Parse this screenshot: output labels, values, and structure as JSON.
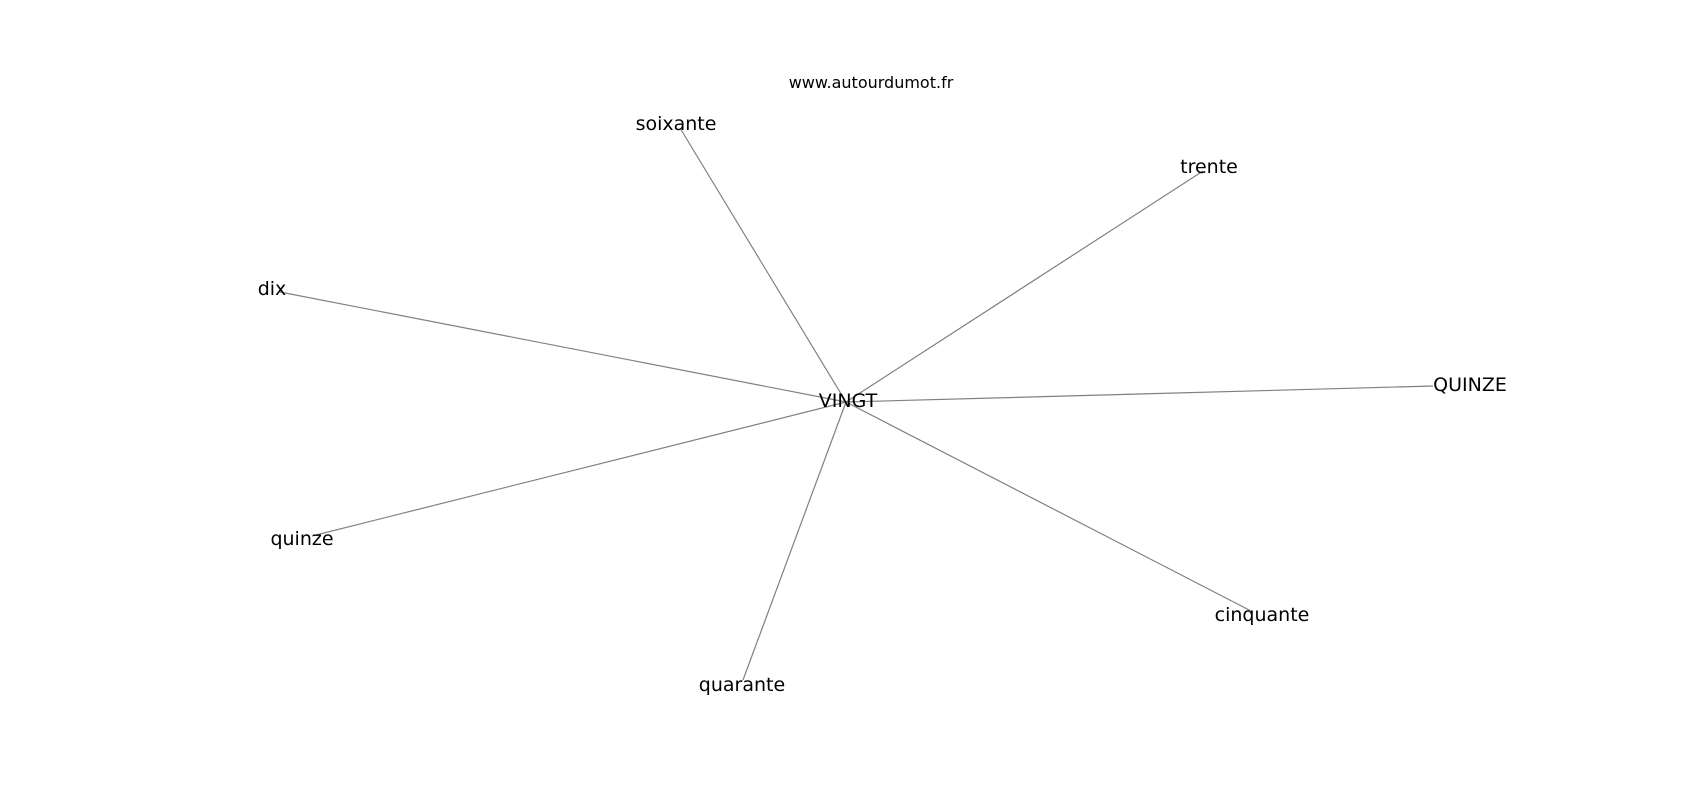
{
  "watermark": "www.autourdumot.fr",
  "graph": {
    "center": "VINGT",
    "neighbors": [
      "soixante",
      "trente",
      "dix",
      "QUINZE",
      "quinze",
      "cinquante",
      "quarante"
    ]
  },
  "colors": {
    "edge": "#808080",
    "text": "#000000",
    "background": "#ffffff"
  }
}
